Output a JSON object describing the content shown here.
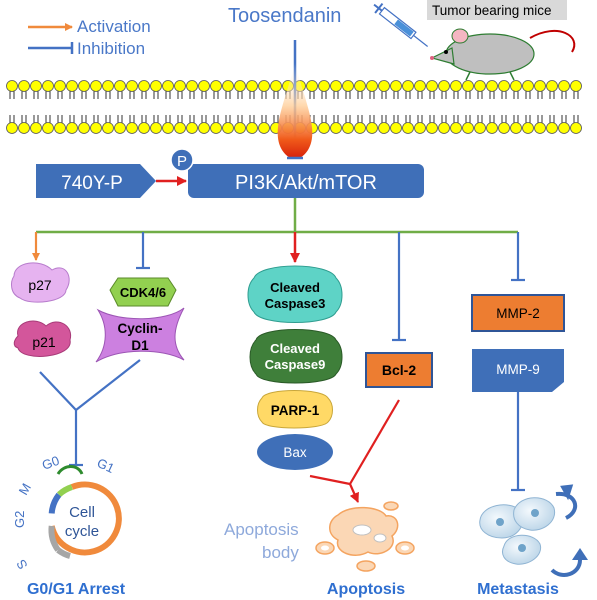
{
  "legend": {
    "activation": "Activation",
    "inhibition": "Inhibition"
  },
  "drug": {
    "label": "Toosendanin"
  },
  "mice": {
    "label": "Tumor bearing mice"
  },
  "pathway": {
    "upstream": "740Y-P",
    "phospho": "P",
    "main": "PI3K/Akt/mTOR"
  },
  "cell_cycle_branch": {
    "p27": "p27",
    "p21": "p21",
    "cdk": "CDK4/6",
    "cyclin_line1": "Cyclin-",
    "cyclin_line2": "D1",
    "wheel_line1": "Cell",
    "wheel_line2": "cycle",
    "phase_g0": "G0",
    "phase_g1": "G1",
    "phase_m": "M",
    "phase_g2": "G2",
    "phase_s": "S",
    "outcome": "G0/G1 Arrest"
  },
  "apoptosis_branch": {
    "casp3_line1": "Cleaved",
    "casp3_line2": "Caspase3",
    "casp9_line1": "Cleaved",
    "casp9_line2": "Caspase9",
    "parp": "PARP-1",
    "bax": "Bax",
    "bcl2": "Bcl-2",
    "body_line1": "Apoptosis",
    "body_line2": "body",
    "outcome": "Apoptosis"
  },
  "metastasis_branch": {
    "mmp2": "MMP-2",
    "mmp9": "MMP-9",
    "outcome": "Metastasis"
  },
  "colors": {
    "activation": "#f08a3c",
    "inhibition": "#4472c4",
    "red_arrow": "#e02020",
    "pathway_box": "#3f6fb8",
    "branch_green": "#70ad47",
    "membrane_yellow": "#ffff00",
    "title_blue": "#4a78c8",
    "outcome_blue": "#2f6fd0"
  }
}
